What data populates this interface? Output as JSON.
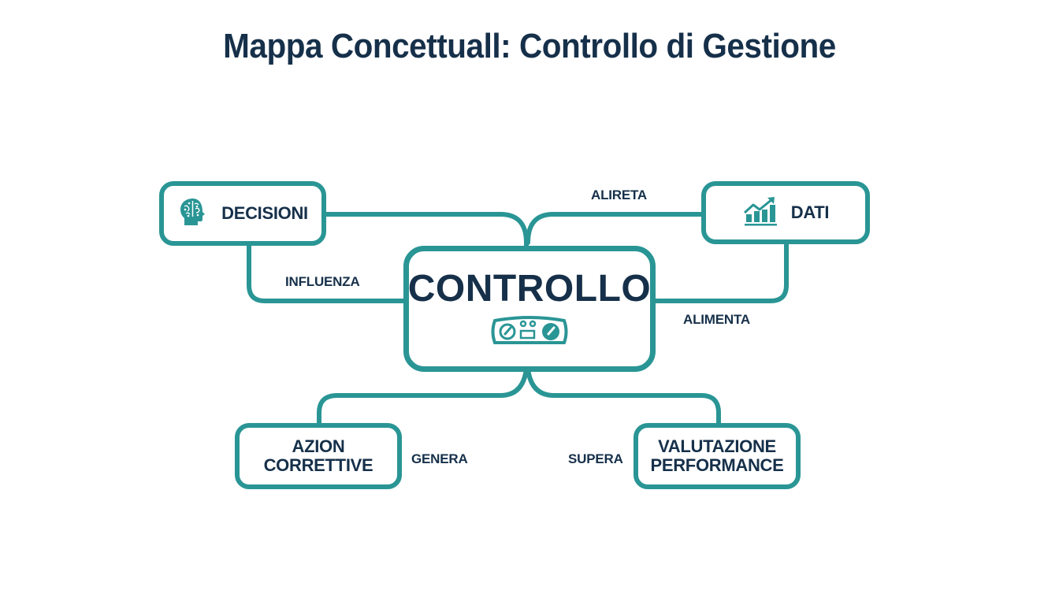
{
  "title": "Mappa Concettuall: Controllo di Gestione",
  "colors": {
    "accent": "#2a9595",
    "text": "#16304a",
    "background": "#ffffff"
  },
  "nodes": {
    "center": {
      "label": "CONTROLLO",
      "icon": "dashboard-gauge-icon"
    },
    "decisioni": {
      "label": "DECISIONI",
      "icon": "brain-head-icon"
    },
    "dati": {
      "label": "DATI",
      "icon": "growth-chart-icon"
    },
    "azioni": {
      "label_line1": "AZION",
      "label_line2": "CORRETTIVE"
    },
    "valutazione": {
      "label_line1": "VALUTAZIONE",
      "label_line2": "PERFORMANCE"
    }
  },
  "edges": {
    "influenza": "INFLUENZA",
    "alimenta_top": "ALIRETA",
    "alimenta_right": "ALIMENTA",
    "genera": "GENERA",
    "supera": "SUPERA"
  }
}
